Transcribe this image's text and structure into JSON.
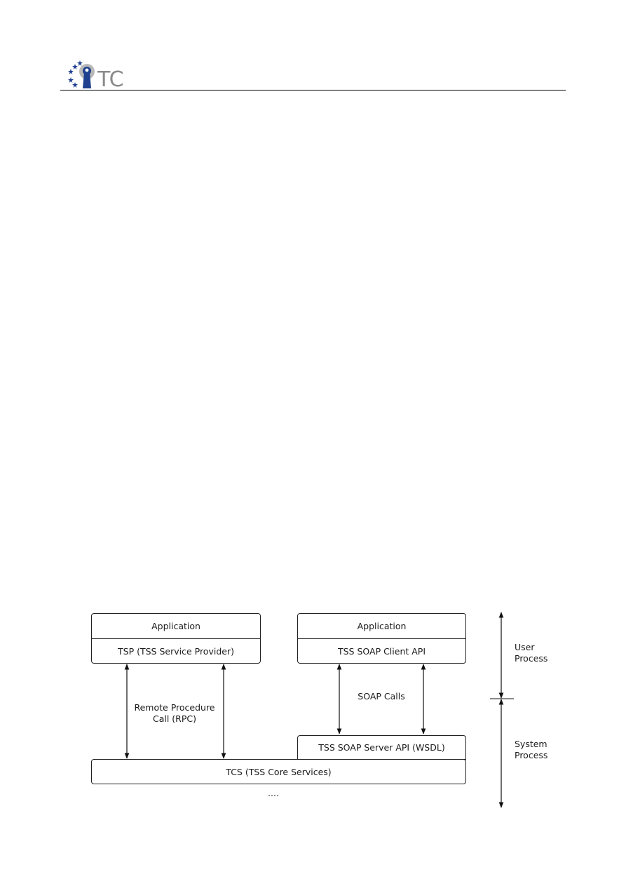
{
  "header": {
    "logo_text": "TC"
  },
  "diagram": {
    "left_stack": {
      "application": "Application",
      "tsp": "TSP (TSS Service Provider)"
    },
    "right_stack": {
      "application": "Application",
      "soap_client": "TSS SOAP Client API"
    },
    "rpc_label": "Remote Procedure\nCall (RPC)",
    "soap_calls_label": "SOAP Calls",
    "soap_server": "TSS SOAP Server API (WSDL)",
    "tcs": "TCS (TSS Core Services)",
    "ellipsis": "....",
    "user_process": "User\nProcess",
    "system_process": "System\nProcess"
  }
}
